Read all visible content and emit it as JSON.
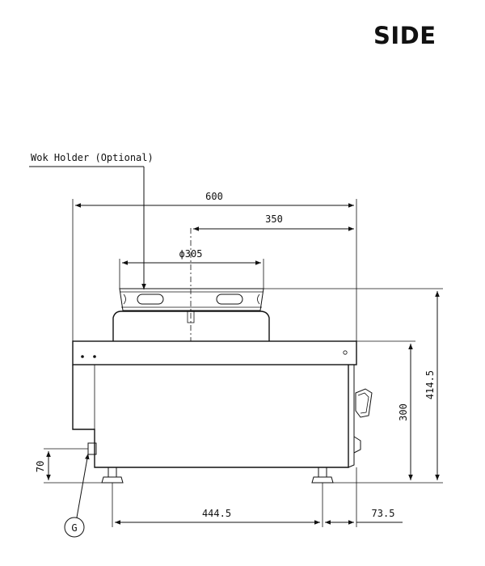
{
  "title": "SIDE",
  "callouts": {
    "wok_holder": "Wok Holder (Optional)",
    "gas_connection": "G"
  },
  "dimensions": {
    "total_width": "600",
    "center_offset": "350",
    "wok_diameter": "ϕ305",
    "total_height": "414.5",
    "body_height": "300",
    "gas_height": "70",
    "leg_spacing": "444.5",
    "rear_offset": "73.5"
  },
  "colors": {
    "line": "#111111",
    "background": "#ffffff"
  }
}
